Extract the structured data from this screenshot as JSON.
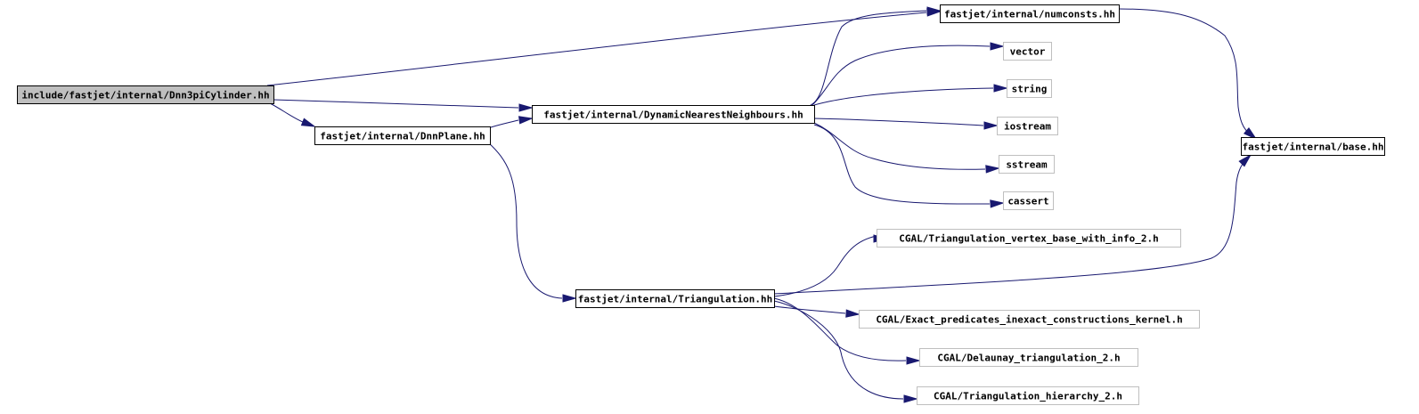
{
  "title": "Include dependency graph for include/fastjet/internal/Dnn3piCylinder.hh",
  "colors": {
    "edge": "#191970",
    "root_fill": "#bfbfbf",
    "node_fill": "#ffffff",
    "documented_border": "#000000",
    "external_border": "#bfbfbf"
  },
  "nodes": [
    {
      "id": "root",
      "label": "include/fastjet/internal/Dnn3piCylinder.hh",
      "kind": "root"
    },
    {
      "id": "numconsts",
      "label": "fastjet/internal/numconsts.hh",
      "kind": "documented"
    },
    {
      "id": "dnn",
      "label": "fastjet/internal/DynamicNearestNeighbours.hh",
      "kind": "documented"
    },
    {
      "id": "dnnplane",
      "label": "fastjet/internal/DnnPlane.hh",
      "kind": "documented"
    },
    {
      "id": "vector",
      "label": "vector",
      "kind": "external"
    },
    {
      "id": "string",
      "label": "string",
      "kind": "external"
    },
    {
      "id": "iostream",
      "label": "iostream",
      "kind": "external"
    },
    {
      "id": "sstream",
      "label": "sstream",
      "kind": "external"
    },
    {
      "id": "cassert",
      "label": "cassert",
      "kind": "external"
    },
    {
      "id": "base",
      "label": "fastjet/internal/base.hh",
      "kind": "documented"
    },
    {
      "id": "triangulation",
      "label": "fastjet/internal/Triangulation.hh",
      "kind": "documented"
    },
    {
      "id": "cgal_vb",
      "label": "CGAL/Triangulation_vertex_base_with_info_2.h",
      "kind": "external"
    },
    {
      "id": "cgal_exact",
      "label": "CGAL/Exact_predicates_inexact_constructions_kernel.h",
      "kind": "external"
    },
    {
      "id": "cgal_delaunay",
      "label": "CGAL/Delaunay_triangulation_2.h",
      "kind": "external"
    },
    {
      "id": "cgal_hier",
      "label": "CGAL/Triangulation_hierarchy_2.h",
      "kind": "external"
    }
  ],
  "edges": [
    {
      "from": "root",
      "to": "numconsts"
    },
    {
      "from": "root",
      "to": "dnn"
    },
    {
      "from": "root",
      "to": "dnnplane"
    },
    {
      "from": "dnnplane",
      "to": "dnn"
    },
    {
      "from": "dnnplane",
      "to": "triangulation"
    },
    {
      "from": "dnn",
      "to": "numconsts"
    },
    {
      "from": "dnn",
      "to": "vector"
    },
    {
      "from": "dnn",
      "to": "string"
    },
    {
      "from": "dnn",
      "to": "iostream"
    },
    {
      "from": "dnn",
      "to": "sstream"
    },
    {
      "from": "dnn",
      "to": "cassert"
    },
    {
      "from": "numconsts",
      "to": "base"
    },
    {
      "from": "triangulation",
      "to": "base"
    },
    {
      "from": "triangulation",
      "to": "cgal_vb"
    },
    {
      "from": "triangulation",
      "to": "cgal_exact"
    },
    {
      "from": "triangulation",
      "to": "cgal_delaunay"
    },
    {
      "from": "triangulation",
      "to": "cgal_hier"
    }
  ]
}
